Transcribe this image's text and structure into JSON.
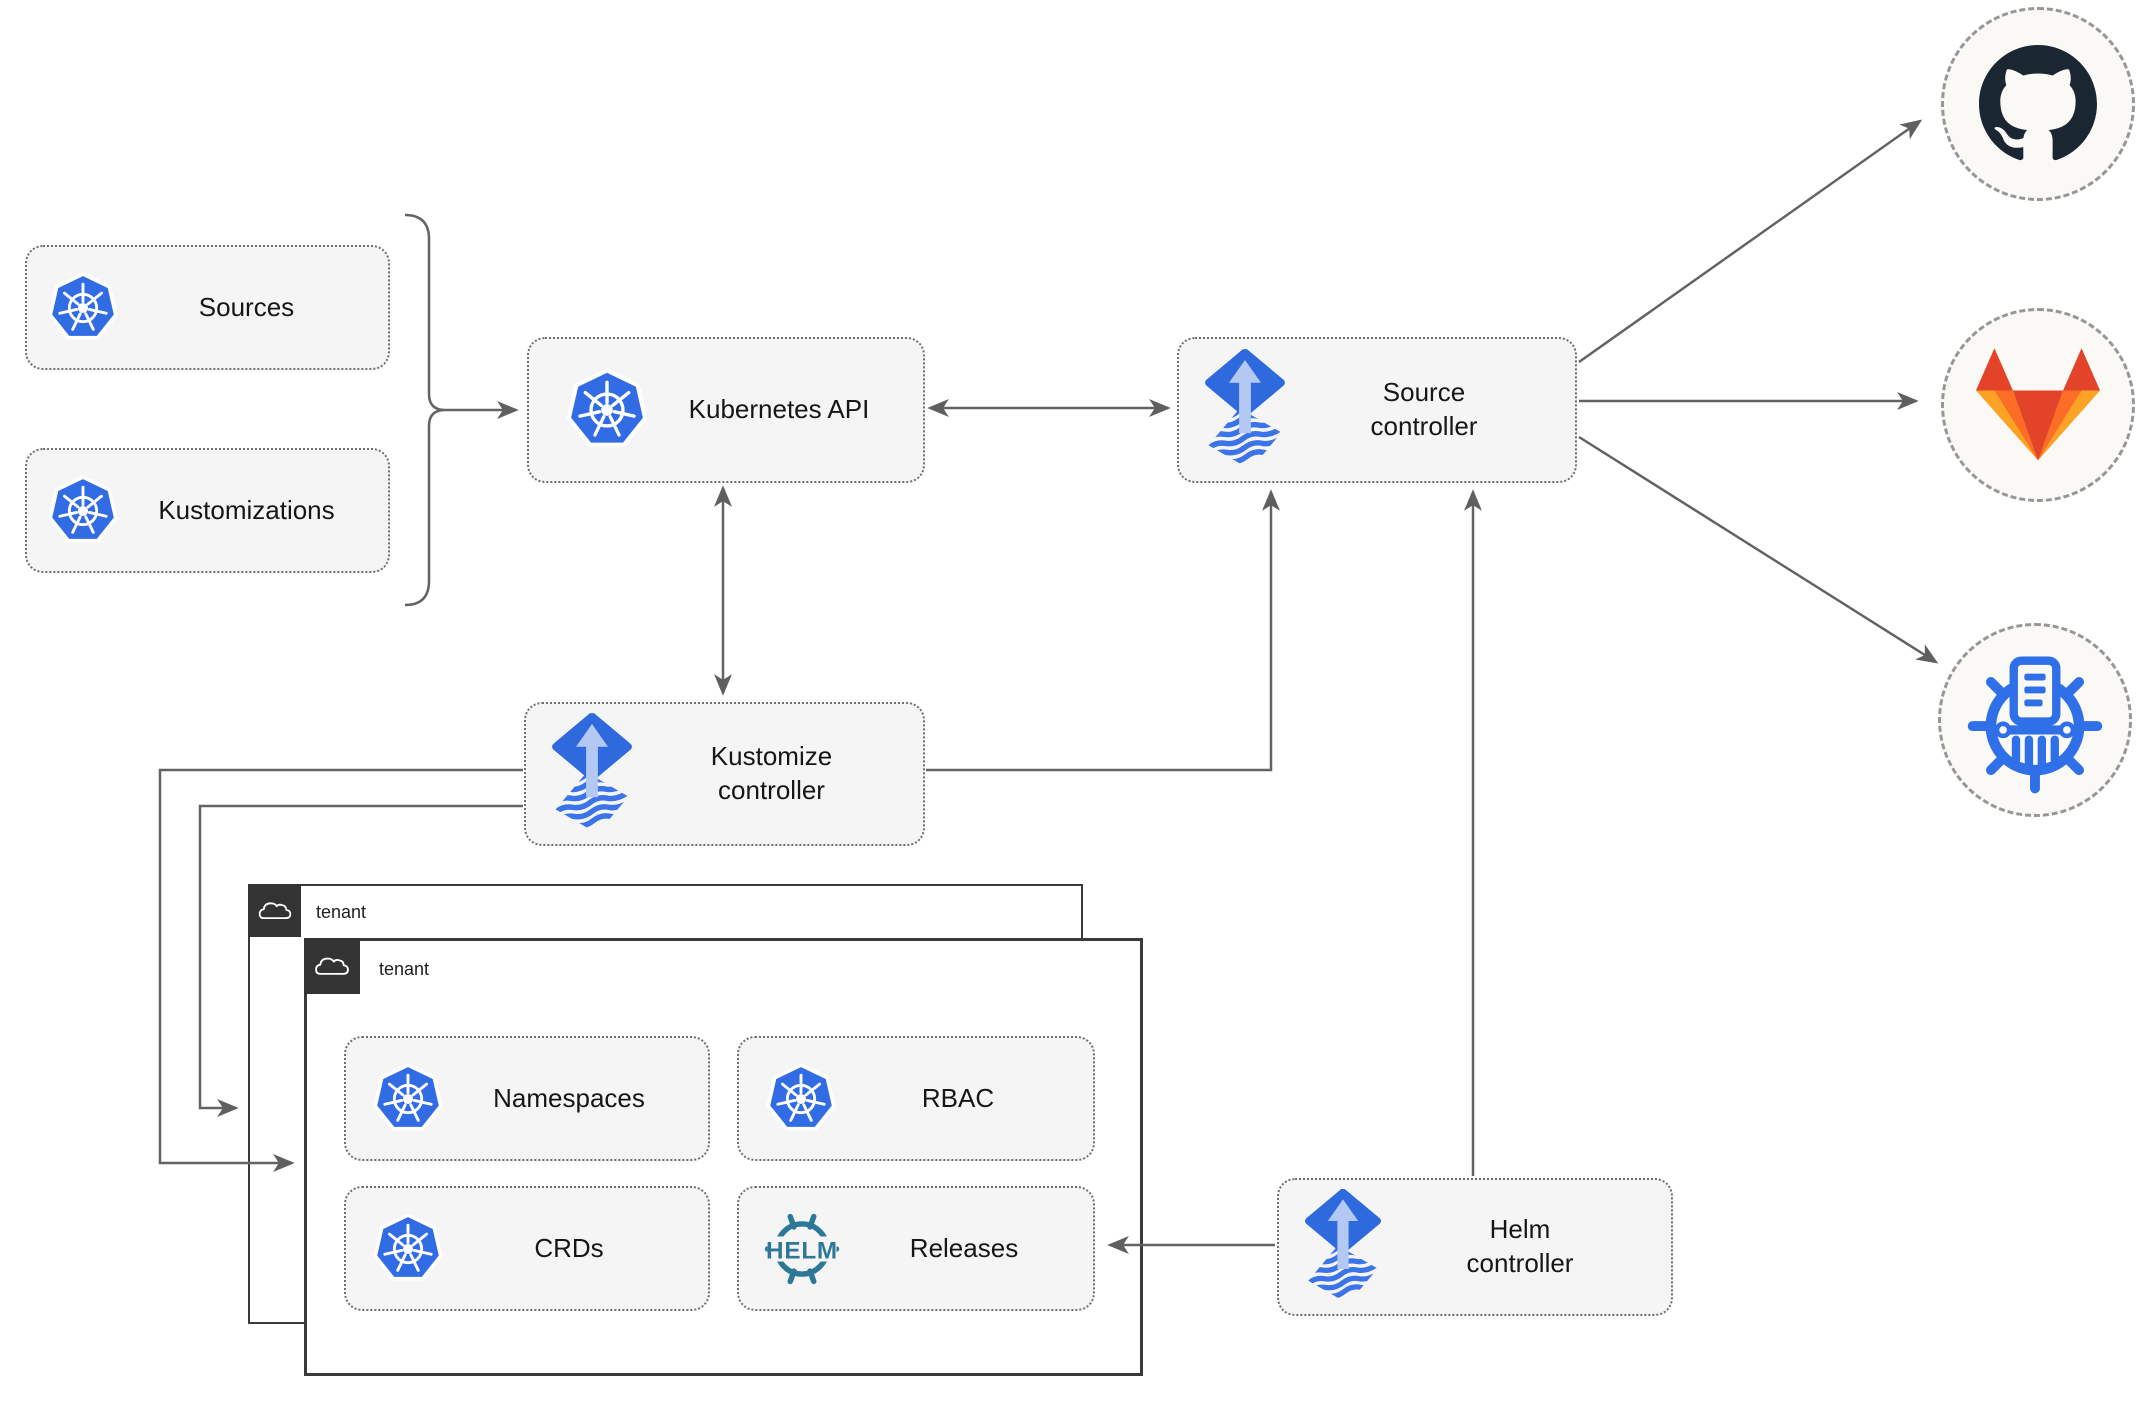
{
  "nodes": {
    "sources": {
      "label": "Sources"
    },
    "kustomizations": {
      "label": "Kustomizations"
    },
    "kubernetes_api": {
      "label": "Kubernetes API"
    },
    "source_controller": {
      "label": "Source\ncontroller"
    },
    "kustomize_controller": {
      "label": "Kustomize\ncontroller"
    },
    "helm_controller": {
      "label": "Helm\ncontroller"
    },
    "tenant_back": {
      "label": "tenant"
    },
    "tenant_front": {
      "label": "tenant"
    },
    "namespaces": {
      "label": "Namespaces"
    },
    "rbac": {
      "label": "RBAC"
    },
    "crds": {
      "label": "CRDs"
    },
    "releases": {
      "label": "Releases"
    }
  },
  "logos": {
    "helm_text": "HELM"
  },
  "icons": {
    "kubernetes": "kubernetes-wheel-logo",
    "flux": "flux-double-diamond-logo",
    "helm": "helm-ship-wheel-logo",
    "cloud": "cloud-outline-icon",
    "github": "github-octocat-logo",
    "gitlab": "gitlab-fox-logo",
    "chartmuseum": "chartmuseum-wheel-logo"
  },
  "colors": {
    "kubernetes_blue": "#326CE5",
    "flux_blue": "#2e6ade",
    "flux_light_arrow": "#b3c9f3",
    "helm_teal": "#2e7897",
    "github_dark": "#1b2633",
    "gitlab_red": "#E24329",
    "gitlab_orange": "#FC6D26",
    "gitlab_yellow": "#FCA326",
    "chartmuseum_blue": "#2f6fe8",
    "node_fill": "#f5f5f5",
    "dotted_border": "#6f6f6f",
    "arrow_gray": "#636363",
    "tenant_border": "#3a3a3a",
    "badge_bg": "#333333"
  }
}
